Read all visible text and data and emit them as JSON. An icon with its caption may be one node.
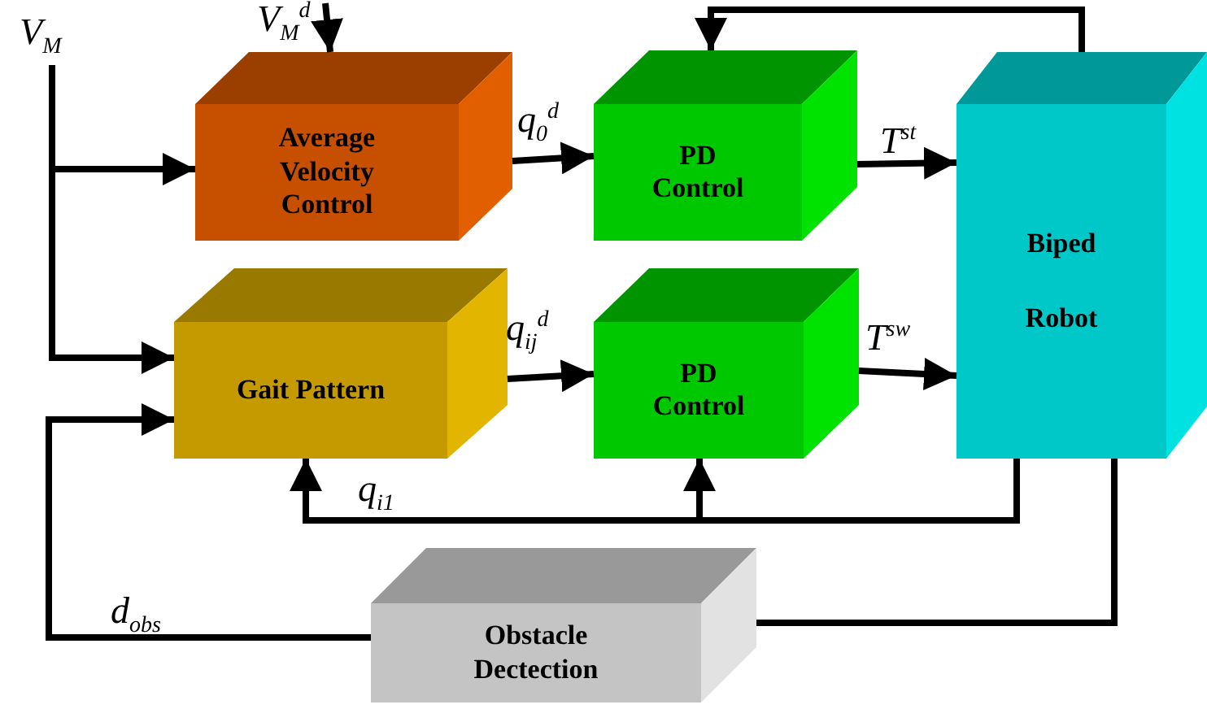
{
  "diagram": {
    "nodes": [
      {
        "text": [
          "V$_{M}$"
        ]
      },
      {
        "text": [
          "V$_{M}$$^{d}$"
        ]
      },
      {
        "text": [
          "Average Velocity Control"
        ]
      },
      {
        "text": [
          "PD Control"
        ]
      },
      {
        "text": [
          "Biped Robot"
        ]
      },
      {
        "text": [
          "Gait Pattern"
        ]
      },
      {
        "text": [
          "PD Control"
        ]
      },
      {
        "text": [
          "Obstacle Dectection"
        ]
      }
    ],
    "edges": [
      {
        "from": 0,
        "to": 2,
        "arrow": "to"
      },
      {
        "from": 0,
        "to": 5,
        "arrow": "to"
      },
      {
        "from": 1,
        "to": 2,
        "arrow": "to"
      },
      {
        "from": 2,
        "to": 3,
        "arrow": "to",
        "label": "q$_{0}$$^{d}$"
      },
      {
        "from": 3,
        "to": 4,
        "arrow": "to",
        "label": "T$^{st}$"
      },
      {
        "from": 4,
        "to": 3,
        "arrow": "to"
      },
      {
        "from": 5,
        "to": 6,
        "arrow": "to",
        "label": "q$_{ij}$$^{d}$"
      },
      {
        "from": 6,
        "to": 4,
        "arrow": "to",
        "label": "T$^{sw}$"
      },
      {
        "from": 4,
        "to": 5,
        "arrow": "to",
        "label": "q$_{i1}$"
      },
      {
        "from": 4,
        "to": 6,
        "arrow": "to"
      },
      {
        "from": 4,
        "to": 7,
        "arrow": "none"
      },
      {
        "from": 7,
        "to": 5,
        "arrow": "to",
        "label": "d$_{obs}$"
      }
    ]
  }
}
